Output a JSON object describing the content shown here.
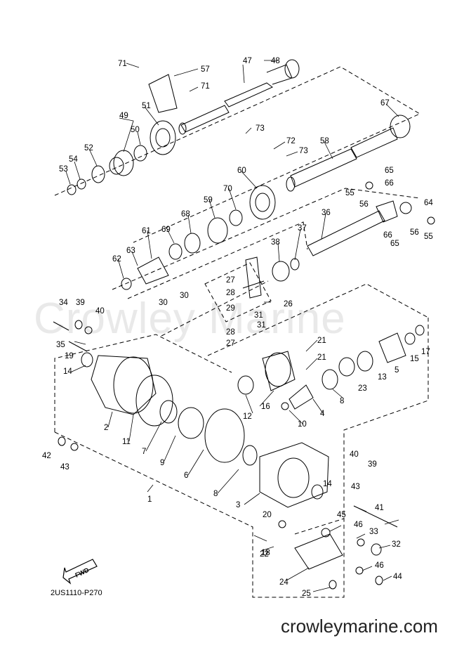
{
  "watermark": "Crowley Marine",
  "diagram_code": "2US1110-P270",
  "site": "crowleymarine.com",
  "fwd": "FWD",
  "labels": [
    "71",
    "57",
    "71",
    "47",
    "48",
    "49",
    "51",
    "50",
    "52",
    "54",
    "53",
    "67",
    "73",
    "72",
    "73",
    "58",
    "60",
    "70",
    "59",
    "68",
    "69",
    "61",
    "63",
    "62",
    "65",
    "66",
    "55",
    "56",
    "64",
    "56",
    "66",
    "65",
    "55",
    "37",
    "36",
    "38",
    "27",
    "28",
    "29",
    "28",
    "27",
    "26",
    "31",
    "30",
    "30",
    "31",
    "34",
    "39",
    "40",
    "35",
    "19",
    "14",
    "21",
    "21",
    "5",
    "15",
    "17",
    "13",
    "23",
    "12",
    "16",
    "8",
    "4",
    "10",
    "2",
    "11",
    "7",
    "9",
    "6",
    "8",
    "40",
    "39",
    "43",
    "41",
    "14",
    "3",
    "45",
    "46",
    "33",
    "32",
    "20",
    "18",
    "22",
    "46",
    "44",
    "24",
    "25",
    "42",
    "43",
    "1"
  ]
}
